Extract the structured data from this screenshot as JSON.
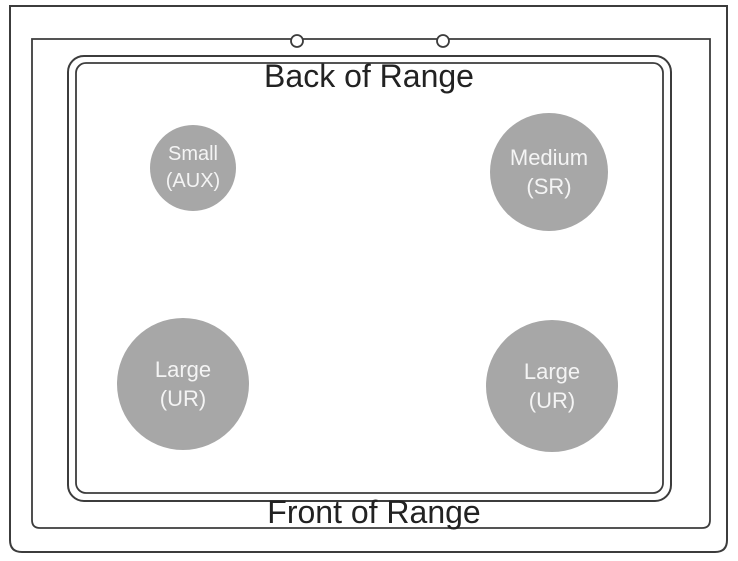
{
  "labels": {
    "back": "Back of Range",
    "front": "Front of Range"
  },
  "burners": {
    "small": {
      "line1": "Small",
      "line2": "(AUX)"
    },
    "medium": {
      "line1": "Medium",
      "line2": "(SR)"
    },
    "large_left": {
      "line1": "Large",
      "line2": "(UR)"
    },
    "large_right": {
      "line1": "Large",
      "line2": "(UR)"
    }
  },
  "colors": {
    "burner_fill": "#a7a7a7",
    "outline": "#3c3c3c"
  }
}
